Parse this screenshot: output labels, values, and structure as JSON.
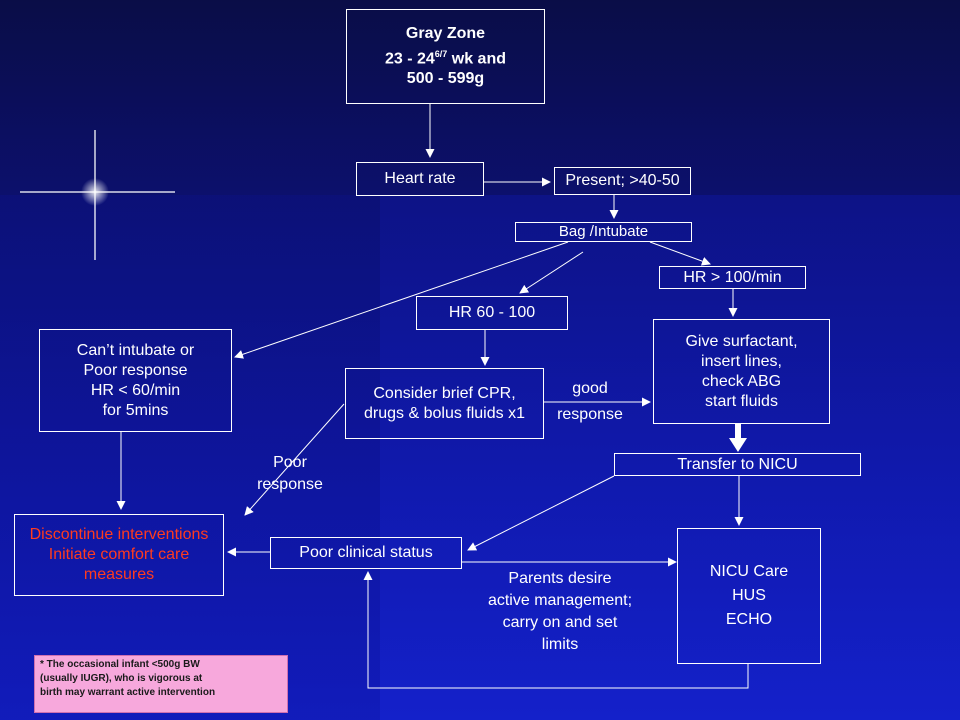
{
  "gray_zone": {
    "line1": "Gray Zone",
    "line2_main": "23 - 24",
    "line2_sup": "6/7",
    "line2_rest": " wk and",
    "line3": "500 - 599g"
  },
  "heart_rate": "Heart rate",
  "present": "Present; >40-50",
  "bag_intubate": "Bag /Intubate",
  "hr_over_100": "HR > 100/min",
  "hr_60_100": "HR 60 - 100",
  "cant_intubate": [
    "Can’t intubate or",
    "Poor  response",
    "HR < 60/min",
    "for 5mins"
  ],
  "consider_cpr": [
    "Consider brief CPR,",
    "drugs & bolus fluids x1"
  ],
  "good_response": [
    "good",
    "response"
  ],
  "give_surfactant": [
    "Give surfactant,",
    "insert lines,",
    "check ABG",
    "start fluids"
  ],
  "poor_response": [
    "Poor",
    "response"
  ],
  "transfer_nicu": "Transfer to NICU",
  "discontinue": [
    "Discontinue interventions",
    "Initiate comfort care",
    "measures"
  ],
  "poor_clinical": "Poor clinical status",
  "parents_desire": [
    "Parents desire",
    "active management;",
    "carry on and set",
    "limits"
  ],
  "nicu_care": [
    "NICU Care",
    "HUS",
    "ECHO"
  ],
  "footnote": [
    "* The occasional infant <500g BW",
    "(usually IUGR), who is vigorous at",
    "birth may warrant active intervention"
  ],
  "colors": {
    "background": "#0c1070",
    "highlight_text": "#ff3b1f",
    "note_fill": "#f7a8dc"
  }
}
